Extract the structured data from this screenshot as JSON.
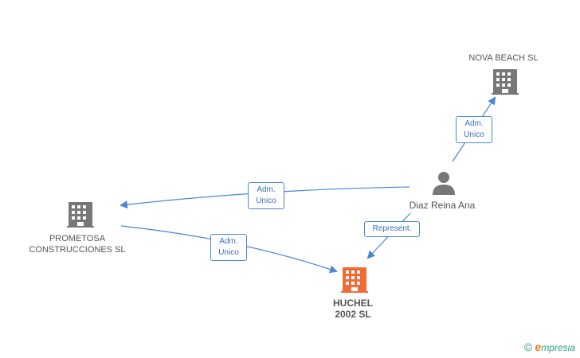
{
  "nodes": {
    "nova": {
      "label": "NOVA BEACH SL",
      "type": "company"
    },
    "diaz": {
      "label": "Diaz Reina Ana",
      "type": "person"
    },
    "prometosa": {
      "label_line1": "PROMETOSA",
      "label_line2": "CONSTRUCCIONES SL",
      "type": "company"
    },
    "huchel": {
      "label_line1": "HUCHEL",
      "label_line2": "2002 SL",
      "type": "company-main"
    }
  },
  "edges": {
    "diaz_nova": {
      "line1": "Adm.",
      "line2": "Unico"
    },
    "diaz_prometosa": {
      "line1": "Adm.",
      "line2": "Unico"
    },
    "prometosa_huchel": {
      "line1": "Adm.",
      "line2": "Unico"
    },
    "diaz_huchel": {
      "line1": "Represent."
    }
  },
  "colors": {
    "edge": "#4a86d6",
    "company_icon": "#777777",
    "main_icon": "#f26a35",
    "person_icon": "#777777"
  },
  "footer": {
    "copyright": "©",
    "brand_initial": "e",
    "brand_rest": "mpresia"
  }
}
